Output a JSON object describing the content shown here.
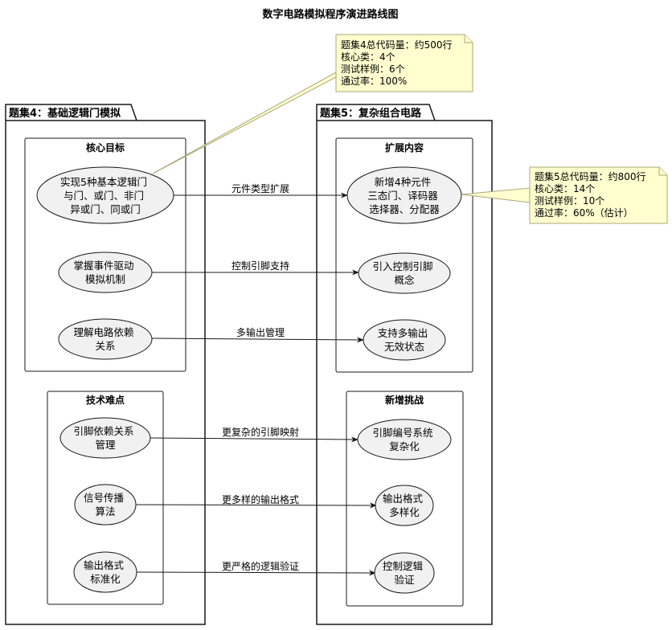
{
  "title": "数字电路模拟程序演进路线图",
  "packages": {
    "left": {
      "title": "题集4：基础逻辑门模拟"
    },
    "right": {
      "title": "题集5：复杂组合电路"
    }
  },
  "groups": {
    "core_goals": "核心目标",
    "tech_difficulties": "技术难点",
    "extensions": "扩展内容",
    "new_challenges": "新增挑战"
  },
  "nodes": {
    "basic_gates": [
      "实现5种基本逻辑门",
      "与门、或门、非门",
      "异或门、同或门"
    ],
    "event_driven": [
      "掌握事件驱动",
      "模拟机制"
    ],
    "dependency": [
      "理解电路依赖",
      "关系"
    ],
    "pin_mgmt": [
      "引脚依赖关系",
      "管理"
    ],
    "signal_prop": [
      "信号传播",
      "算法"
    ],
    "output_std": [
      "输出格式",
      "标准化"
    ],
    "new_components": [
      "新增4种元件",
      "三态门、译码器",
      "选择器、分配器"
    ],
    "control_pins": [
      "引入控制引脚",
      "概念"
    ],
    "multi_output": [
      "支持多输出",
      "无效状态"
    ],
    "pin_numbering": [
      "引脚编号系统",
      "复杂化"
    ],
    "output_variety": [
      "输出格式",
      "多样化"
    ],
    "logic_verify": [
      "控制逻辑",
      "验证"
    ]
  },
  "edges": {
    "e1": "元件类型扩展",
    "e2": "控制引脚支持",
    "e3": "多输出管理",
    "e4": "更复杂的引脚映射",
    "e5": "更多样的输出格式",
    "e6": "更严格的逻辑验证"
  },
  "notes": {
    "left": [
      "题集4总代码量：约500行",
      "核心类：4个",
      "测试样例：6个",
      "通过率：100%"
    ],
    "right": [
      "题集5总代码量：约800行",
      "核心类：14个",
      "测试样例：10个",
      "通过率：60%（估计）"
    ]
  },
  "colors": {
    "node_fill": "#f1f1f1",
    "note_fill": "#fefece",
    "note_border": "#a8a87a",
    "line": "#181818"
  }
}
